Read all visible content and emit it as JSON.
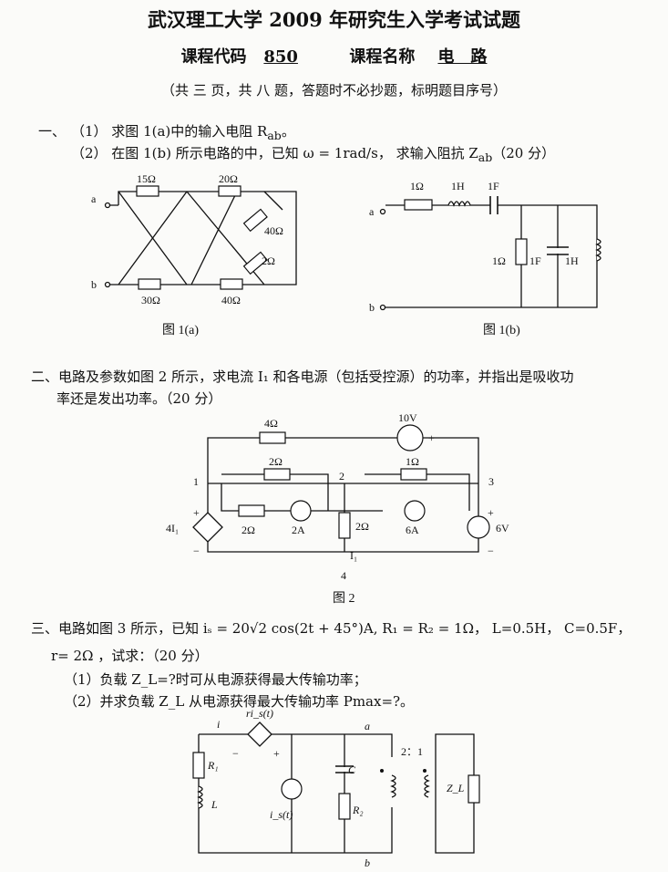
{
  "header": {
    "title": "武汉理工大学 2009 年研究生入学考试试题",
    "course_code_label": "课程代码",
    "course_code": "850",
    "course_name_label": "课程名称",
    "course_name": "电　路",
    "note": "（共 三 页，共 八 题，答题时不必抄题，标明题目序号）"
  },
  "q1": {
    "num": "一、",
    "p1": "（1） 求图 1(a)中的输入电阻 R",
    "p1_sub": "ab",
    "p1_end": "。",
    "p2": "（2） 在图 1(b) 所示电路的中，已知 ω = 1rad/s， 求输入阻抗 Z",
    "p2_sub": "ab",
    "p2_end": "（20 分）",
    "fig_a": {
      "caption": "图 1(a)",
      "a": "a",
      "b": "b",
      "r1": "15Ω",
      "r2": "20Ω",
      "r3": "40Ω",
      "r4": "2Ω",
      "r5": "30Ω",
      "r6": "40Ω"
    },
    "fig_b": {
      "caption": "图 1(b)",
      "a": "a",
      "b": "b",
      "r1": "1Ω",
      "l1": "1H",
      "c1": "1F",
      "r2": "1Ω",
      "c2": "1F",
      "l2": "1H"
    }
  },
  "q2": {
    "line1": "二、电路及参数如图 2 所示，求电流 I₁ 和各电源（包括受控源）的功率，并指出是吸收功",
    "line2": "率还是发出功率。（20 分）",
    "fig": {
      "caption": "图 2",
      "r4": "4Ω",
      "v10": "10V",
      "r2a": "2Ω",
      "r1": "1Ω",
      "n1": "1",
      "n2": "2",
      "n3": "3",
      "n4": "4",
      "dep": "4I₁",
      "r2b": "2Ω",
      "i2": "2A",
      "r2c": "2Ω",
      "i6": "6A",
      "v6": "6V",
      "i1": "I₁",
      "plus": "+",
      "minus": "−"
    }
  },
  "q3": {
    "line1": "三、电路如图 3 所示，已知 iₛ = 20√2 cos(2t + 45°)A, R₁ = R₂ = 1Ω， L=0.5H， C=0.5F，",
    "line2": "r= 2Ω ，试求：（20 分）",
    "p1": "（1）负载 Z_L=?时可从电源获得最大传输功率；",
    "p2": "（2）并求负载 Z_L 从电源获得最大传输功率 Pmax=?。",
    "fig": {
      "i": "i",
      "ris": "ri_s(t)",
      "a": "a",
      "b": "b",
      "r1": "R₁",
      "l": "L",
      "is": "i_s(t)",
      "c": "C",
      "r2": "R₂",
      "ratio": "2：1",
      "zl": "Z_L",
      "plus": "+",
      "minus": "−"
    }
  }
}
